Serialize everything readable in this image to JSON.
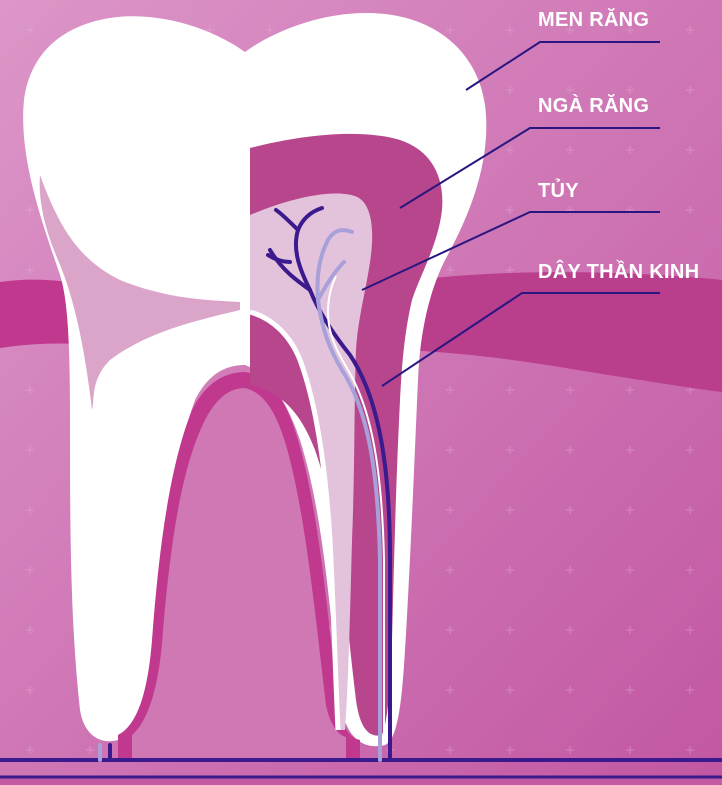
{
  "labels": {
    "enamel": "MEN RĂNG",
    "dentin": "NGÀ RĂNG",
    "pulp": "TỦY",
    "nerve": "DÂY THẦN KINH"
  },
  "colors": {
    "background_top": "#d98fc4",
    "background_bottom": "#c45aa3",
    "gum": "#c0398f",
    "enamel": "#ffffff",
    "dentin": "#b8468c",
    "pulp": "#e3c3dc",
    "nerve_dark": "#3a1a8c",
    "nerve_light": "#a8a0d8",
    "leader_line": "#2a1680",
    "label_text": "#ffffff"
  },
  "icons": {
    "diagram": "tooth-cross-section"
  }
}
